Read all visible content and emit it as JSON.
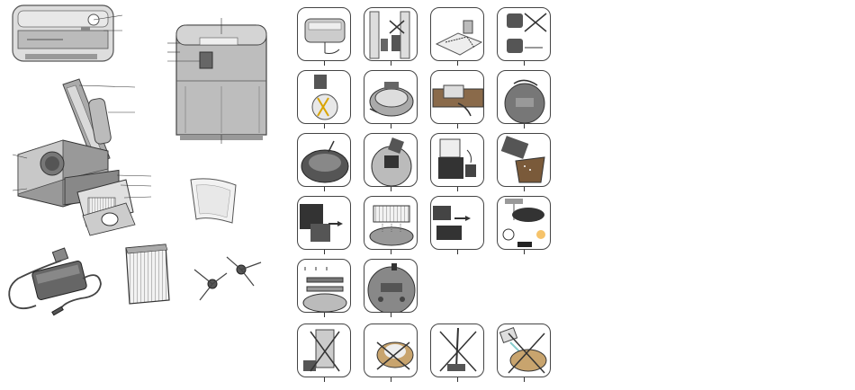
{
  "document": {
    "brand_label": "",
    "station_labels": [
      "",
      ""
    ],
    "note": ""
  },
  "left_illustrations": {
    "station_front": {
      "label": ""
    },
    "station_open": {
      "label": ""
    },
    "station_tall": {
      "label": ""
    },
    "filter_bag": {
      "label": ""
    },
    "power_adapter": {
      "label": ""
    },
    "hepa_filter": {
      "label": ""
    },
    "side_brushes": {
      "label": ""
    }
  },
  "step_panels": [
    {
      "id": "s1",
      "icon": "station-front-icon"
    },
    {
      "id": "s2",
      "icon": "station-wall-icon"
    },
    {
      "id": "s3",
      "icon": "station-floor-icon"
    },
    {
      "id": "s4",
      "icon": "station-crossed-icon"
    },
    {
      "id": "s5",
      "icon": "robot-top-icon"
    },
    {
      "id": "s6",
      "icon": "robot-dock-icon"
    },
    {
      "id": "s7",
      "icon": "robot-bin-icon"
    },
    {
      "id": "s8",
      "icon": "robot-lift-icon"
    },
    {
      "id": "s9",
      "icon": "robot-brush-icon"
    },
    {
      "id": "s10",
      "icon": "robot-lid-icon"
    },
    {
      "id": "s11",
      "icon": "bin-open-icon"
    },
    {
      "id": "s12",
      "icon": "bin-empty-icon"
    },
    {
      "id": "s13",
      "icon": "filter-remove-icon"
    },
    {
      "id": "s14",
      "icon": "filter-clean-icon"
    },
    {
      "id": "s15",
      "icon": "filter-insert-icon"
    },
    {
      "id": "s16",
      "icon": "tap-water-icon"
    },
    {
      "id": "s17",
      "icon": "brush-parts-icon"
    },
    {
      "id": "s18",
      "icon": "robot-bottom-icon"
    },
    {
      "id": "s19",
      "icon": "station-no-stack-icon"
    },
    {
      "id": "s20",
      "icon": "robot-no-step-icon"
    },
    {
      "id": "s21",
      "icon": "no-vacuum-icon"
    },
    {
      "id": "s22",
      "icon": "no-water-icon"
    }
  ]
}
